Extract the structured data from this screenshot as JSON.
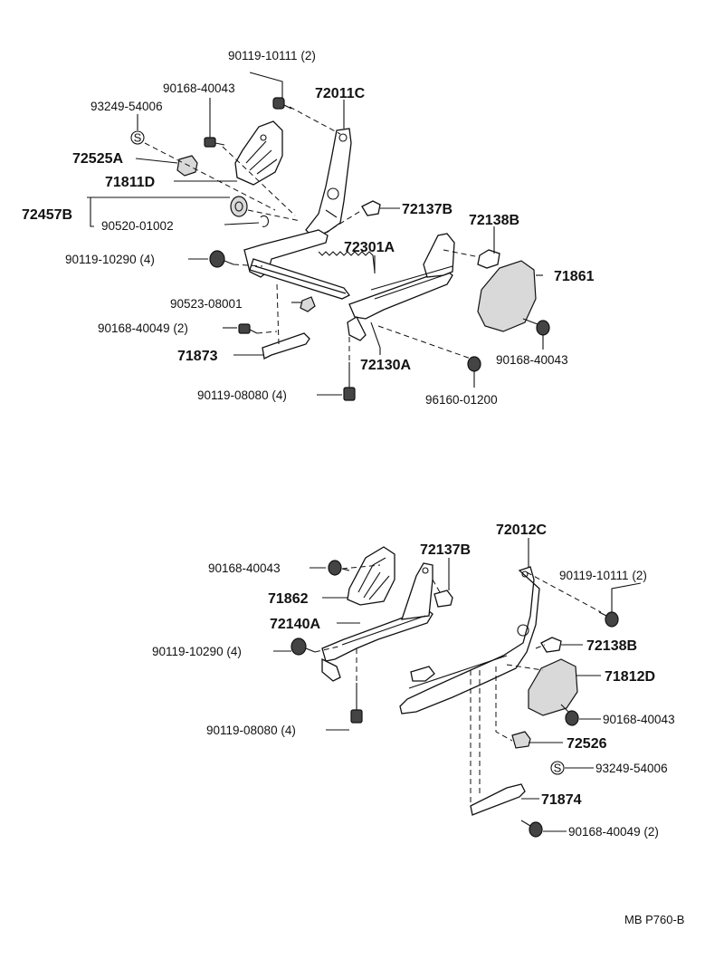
{
  "diagram_code": "MB P760-B",
  "upper_labels": {
    "l_90119_10111": "90119-10111 (2)",
    "l_90168_40043_a": "90168-40043",
    "l_72011C": "72011C",
    "l_93249_54006": "93249-54006",
    "l_72525A": "72525A",
    "l_71811D": "71811D",
    "l_72457B": "72457B",
    "l_90520_01002": "90520-01002",
    "l_72137B": "72137B",
    "l_72138B": "72138B",
    "l_72301A": "72301A",
    "l_90119_10290": "90119-10290 (4)",
    "l_71861": "71861",
    "l_90523_08001": "90523-08001",
    "l_90168_40049": "90168-40049 (2)",
    "l_71873": "71873",
    "l_72130A": "72130A",
    "l_90168_40043_b": "90168-40043",
    "l_90119_08080": "90119-08080 (4)",
    "l_96160_01200": "96160-01200",
    "s_symbol": "S"
  },
  "lower_labels": {
    "l_72012C": "72012C",
    "l_90168_40043_c": "90168-40043",
    "l_72137B": "72137B",
    "l_90119_10111": "90119-10111 (2)",
    "l_71862": "71862",
    "l_72140A": "72140A",
    "l_72138B": "72138B",
    "l_90119_10290": "90119-10290 (4)",
    "l_71812D": "71812D",
    "l_90119_08080": "90119-08080 (4)",
    "l_90168_40043_d": "90168-40043",
    "l_72526": "72526",
    "l_93249_54006": "93249-54006",
    "l_71874": "71874",
    "l_90168_40049": "90168-40049 (2)",
    "s_symbol": "S"
  }
}
